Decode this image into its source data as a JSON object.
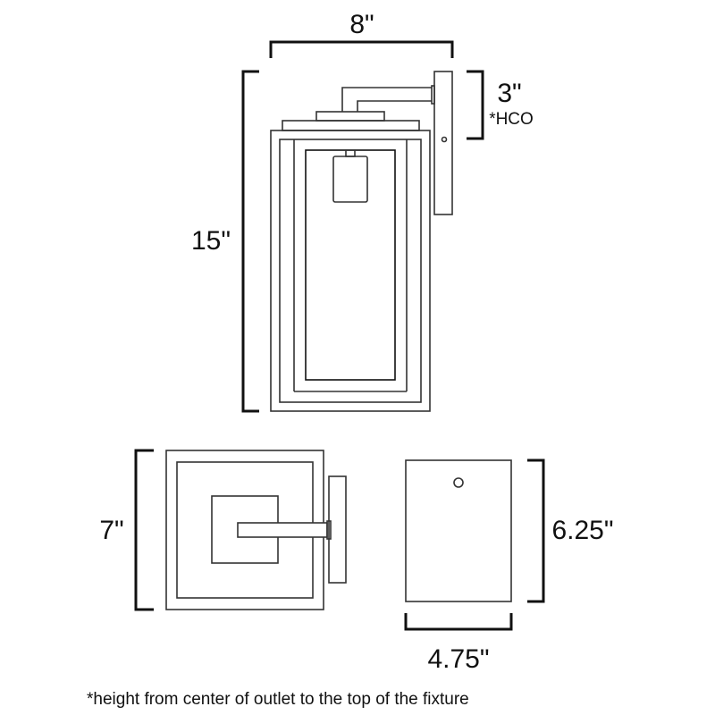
{
  "dimensions": {
    "width": "8\"",
    "height": "15\"",
    "hco": "3\"",
    "hco_label": "*HCO",
    "side_height": "7\"",
    "backplate_height": "6.25\"",
    "backplate_width": "4.75\""
  },
  "footnote": "*height from center of outlet to the top of the fixture",
  "colors": {
    "line": "#333333",
    "dim": "#111111"
  }
}
